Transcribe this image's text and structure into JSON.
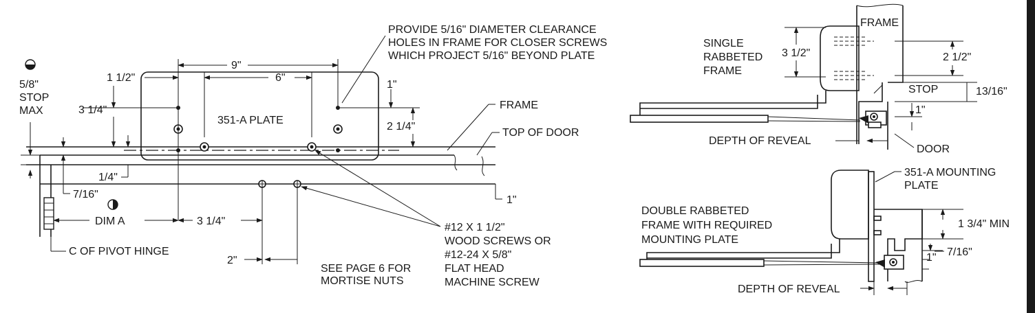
{
  "labels": {
    "clearance_note_1": "PROVIDE 5/16\" DIAMETER CLEARANCE",
    "clearance_note_2": "HOLES IN FRAME FOR CLOSER SCREWS",
    "clearance_note_3": "WHICH PROJECT 5/16\" BEYOND PLATE",
    "stop_1": "5/8\"",
    "stop_2": "STOP",
    "stop_3": "MAX",
    "dim_9": "9\"",
    "dim_1_1_2": "1 1/2\"",
    "dim_6": "6\"",
    "dim_1_top": "1\"",
    "dim_3_1_4": "3 1/4\"",
    "plate": "351-A PLATE",
    "dim_2_1_4": "2 1/4\"",
    "frame": "FRAME",
    "top_of_door": "TOP OF DOOR",
    "dim_1_4": "1/4\"",
    "dim_7_16": "7/16\"",
    "dim_1_right": "1\"",
    "dim_a": "DIM A",
    "dim_3_1_4_b": "3 1/4\"",
    "pivot_hinge": "C OF PIVOT HINGE",
    "dim_2": "2\"",
    "screws_1": "#12 X 1 1/2\"",
    "screws_2": "WOOD SCREWS OR",
    "screws_3": "#12-24 X 5/8\"",
    "screws_4": "FLAT HEAD",
    "screws_5": "MACHINE SCREW",
    "see_page_1": "SEE PAGE 6 FOR",
    "see_page_2": "MORTISE NUTS",
    "single_1": "SINGLE",
    "single_2": "RABBETED",
    "single_3": "FRAME",
    "dim_3_1_2": "3 1/2\"",
    "frame_r": "FRAME",
    "dim_2_1_2": "2 1/2\"",
    "stop_r": "STOP",
    "dim_13_16": "13/16\"",
    "dim_1_r": "1\"",
    "depth_1": "DEPTH OF REVEAL",
    "door": "DOOR",
    "mount_1": "351-A MOUNTING",
    "mount_2": "PLATE",
    "double_1": "DOUBLE RABBETED",
    "double_2": "FRAME WITH REQUIRED",
    "double_3": "MOUNTING PLATE",
    "dim_1_3_4": "1 3/4\" MIN",
    "dim_7_16_r": "7/16\"",
    "dim_1_r2": "1\"",
    "depth_2": "DEPTH OF REVEAL"
  }
}
